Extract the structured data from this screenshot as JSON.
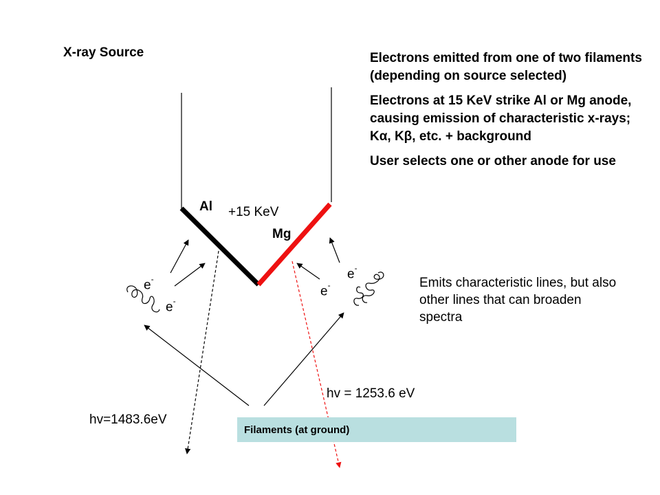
{
  "title": "X-ray Source",
  "anodes": {
    "al_label": "Al",
    "mg_label": "Mg",
    "voltage_label": "+15 KeV",
    "al_color": "#000000",
    "mg_color": "#ee1111"
  },
  "electrons": {
    "symbol": "e",
    "charge": "-"
  },
  "notes": [
    "Electrons emitted from one of two filaments (depending on source selected)",
    "Electrons at 15 KeV strike Al or Mg anode, causing emission of characteristic x-rays; Kα, Kβ, etc. + background",
    "User selects one or other anode for use"
  ],
  "side_note": "Emits characteristic lines, but also other lines that can broaden spectra",
  "emissions": {
    "mg_energy": "hv = 1253.6 eV",
    "al_energy": "hv=1483.6eV"
  },
  "filaments": {
    "label": "Filaments (at ground)",
    "color": "#b9dfe0"
  }
}
